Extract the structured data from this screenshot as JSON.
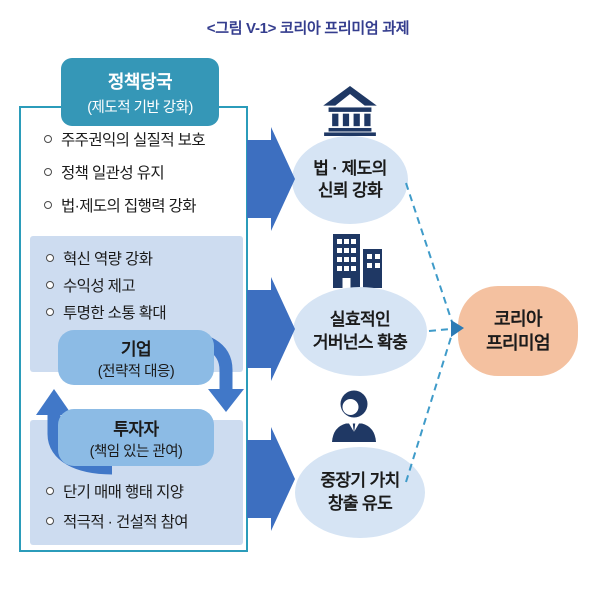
{
  "title": "<그림 V-1> 코리아 프리미엄 과제",
  "policy": {
    "header": {
      "title": "정책당국",
      "subtitle": "(제도적 기반 강화)"
    },
    "items": [
      "주주권익의 실질적 보호",
      "정책 일관성 유지",
      "법·제도의 집행력 강화"
    ]
  },
  "corporate": {
    "items": [
      "혁신 역량 강화",
      "수익성 제고",
      "투명한 소통 확대"
    ],
    "company": {
      "title": "기업",
      "subtitle": "(전략적 대응)"
    },
    "investor": {
      "title": "투자자",
      "subtitle": "(책임 있는 관여)"
    }
  },
  "investor_items": [
    "단기 매매 행태 지양",
    "적극적 · 건설적 참여"
  ],
  "outcomes": [
    {
      "icon": "bank-icon",
      "line1": "법 · 제도의",
      "line2": "신뢰 강화"
    },
    {
      "icon": "buildings-icon",
      "line1": "실효적인",
      "line2": "거버넌스 확충"
    },
    {
      "icon": "person-icon",
      "line1": "중장기 가치",
      "line2": "창출 유도"
    }
  ],
  "goal": {
    "line1": "코리아",
    "line2": "프리미엄"
  },
  "colors": {
    "title_text": "#343D8E",
    "outer_border": "#2B9CBA",
    "header_bg": "#3597B7",
    "section_bg": "#CDDCF0",
    "actor_box_bg": "#8CBBE5",
    "block_arrow": "#3D6FC0",
    "cycle_arrow": "#4178C8",
    "bubble_bg": "#D6E4F4",
    "icon_navy": "#1F3864",
    "dashed_line": "#3F9BC9",
    "goal_bg": "#F4C1A0",
    "text_dark": "#1B1B1B"
  }
}
